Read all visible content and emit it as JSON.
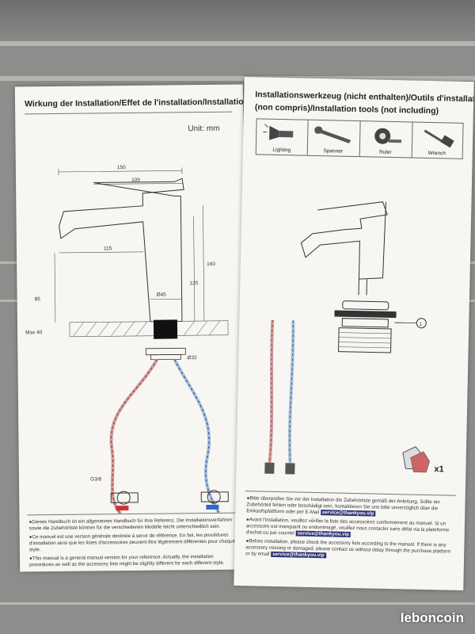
{
  "left": {
    "title": "Wirkung der Installation/Effet de l'installation/Installation",
    "unit": "Unit: mm",
    "dims": {
      "d150": "150",
      "d109": "109",
      "d115": "115",
      "d160": "160",
      "d125": "125",
      "d85": "85",
      "d45": "Ø45",
      "maxlabel": "Max 40",
      "d32": "Ø32",
      "g38": "G3/8"
    },
    "notes": [
      "●Dieses Handbuch ist ein allgemeines Handbuch für Ihre Referenz. Die Installationsverfahren sowie die Zubehörliste können für die verschiedenen Modelle leicht unterschiedlich sein.",
      "●Ce manuel est une version générale destinée à servir de référence. En fait, les procédures d'installation ainsi que les listes d'accessoires peuvent être légèrement différentes pour chaque style.",
      "●This manual is a general manual version for your reference. Actually, the installation procedures as well as the accessory lists might be slightly different for each different style."
    ]
  },
  "right": {
    "title_line1": "Installationswerkzeug (nicht enthalten)/Outils d'installation",
    "title_line2": "(non compris)/Installation tools (not including)",
    "tools": [
      "Lighting",
      "Spanner",
      "Ruler",
      "Wrench"
    ],
    "callout": "1",
    "qty": "x1",
    "email": "service@thankyou.vip",
    "notes": [
      {
        "pre": "●Bitte überprüfen Sie vor der Installation die Zubehörliste gemäß der Anleitung. Sollte ein Zubehörteil fehlen oder beschädigt sein, kontaktieren Sie uns bitte unverzüglich über die Einkaufsplattform oder per E-Mail",
        "post": "."
      },
      {
        "pre": "●Avant l'installation, veuillez vérifier la liste des accessoires conformément au manuel. Si un accessoire est manquant ou endommagé, veuillez nous contacter sans délai via la plateforme d'achat ou par courriel",
        "post": "."
      },
      {
        "pre": "●Before installation, please check the accessory lists according to the manual. If there is any accessory missing or damaged, please contact us without delay through the purchase platform or by email",
        "post": "."
      }
    ]
  },
  "watermark": "leboncoin"
}
